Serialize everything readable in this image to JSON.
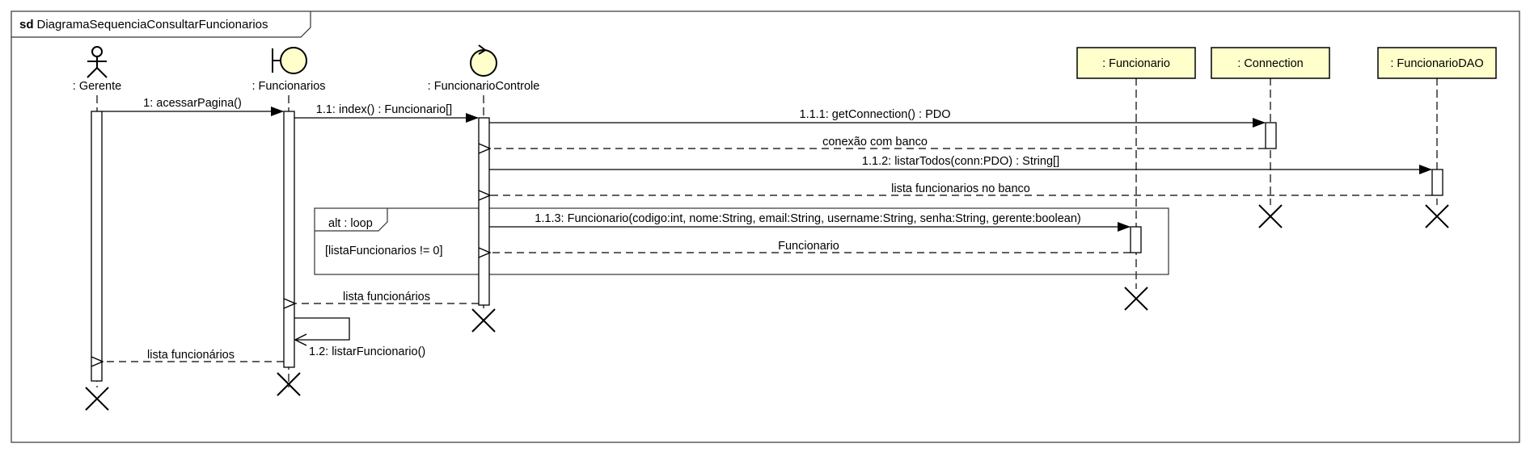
{
  "frame": {
    "keyword": "sd",
    "name": "DiagramaSequenciaConsultarFuncionarios"
  },
  "participants": [
    {
      "id": "gerente",
      "label": ": Gerente",
      "kind": "actor"
    },
    {
      "id": "funcionarios",
      "label": ": Funcionarios",
      "kind": "boundary"
    },
    {
      "id": "controle",
      "label": ": FuncionarioControle",
      "kind": "control"
    },
    {
      "id": "funcionario",
      "label": ": Funcionario",
      "kind": "class"
    },
    {
      "id": "connection",
      "label": ": Connection",
      "kind": "class"
    },
    {
      "id": "dao",
      "label": ": FuncionarioDAO",
      "kind": "class"
    }
  ],
  "messages": [
    {
      "label": "1: acessarPagina()",
      "from": "gerente",
      "to": "funcionarios",
      "type": "sync"
    },
    {
      "label": "1.1: index() : Funcionario[]",
      "from": "funcionarios",
      "to": "controle",
      "type": "sync"
    },
    {
      "label": "1.1.1: getConnection() : PDO",
      "from": "controle",
      "to": "connection",
      "type": "sync"
    },
    {
      "label": "conexão com banco",
      "from": "connection",
      "to": "controle",
      "type": "return"
    },
    {
      "label": "1.1.2: listarTodos(conn:PDO) : String[]",
      "from": "controle",
      "to": "dao",
      "type": "sync"
    },
    {
      "label": "lista funcionarios no banco",
      "from": "dao",
      "to": "controle",
      "type": "return"
    },
    {
      "label": "1.1.3: Funcionario(codigo:int, nome:String, email:String, username:String, senha:String, gerente:boolean)",
      "from": "controle",
      "to": "funcionario",
      "type": "sync"
    },
    {
      "label": "Funcionario",
      "from": "funcionario",
      "to": "controle",
      "type": "return"
    },
    {
      "label": "lista funcionários",
      "from": "controle",
      "to": "funcionarios",
      "type": "return"
    },
    {
      "label": "1.2: listarFuncionario()",
      "from": "funcionarios",
      "to": "funcionarios",
      "type": "self"
    },
    {
      "label": "lista funcionários",
      "from": "funcionarios",
      "to": "gerente",
      "type": "return"
    }
  ],
  "fragment": {
    "operator": "alt : loop",
    "guard": "[listaFuncionarios != 0]"
  }
}
